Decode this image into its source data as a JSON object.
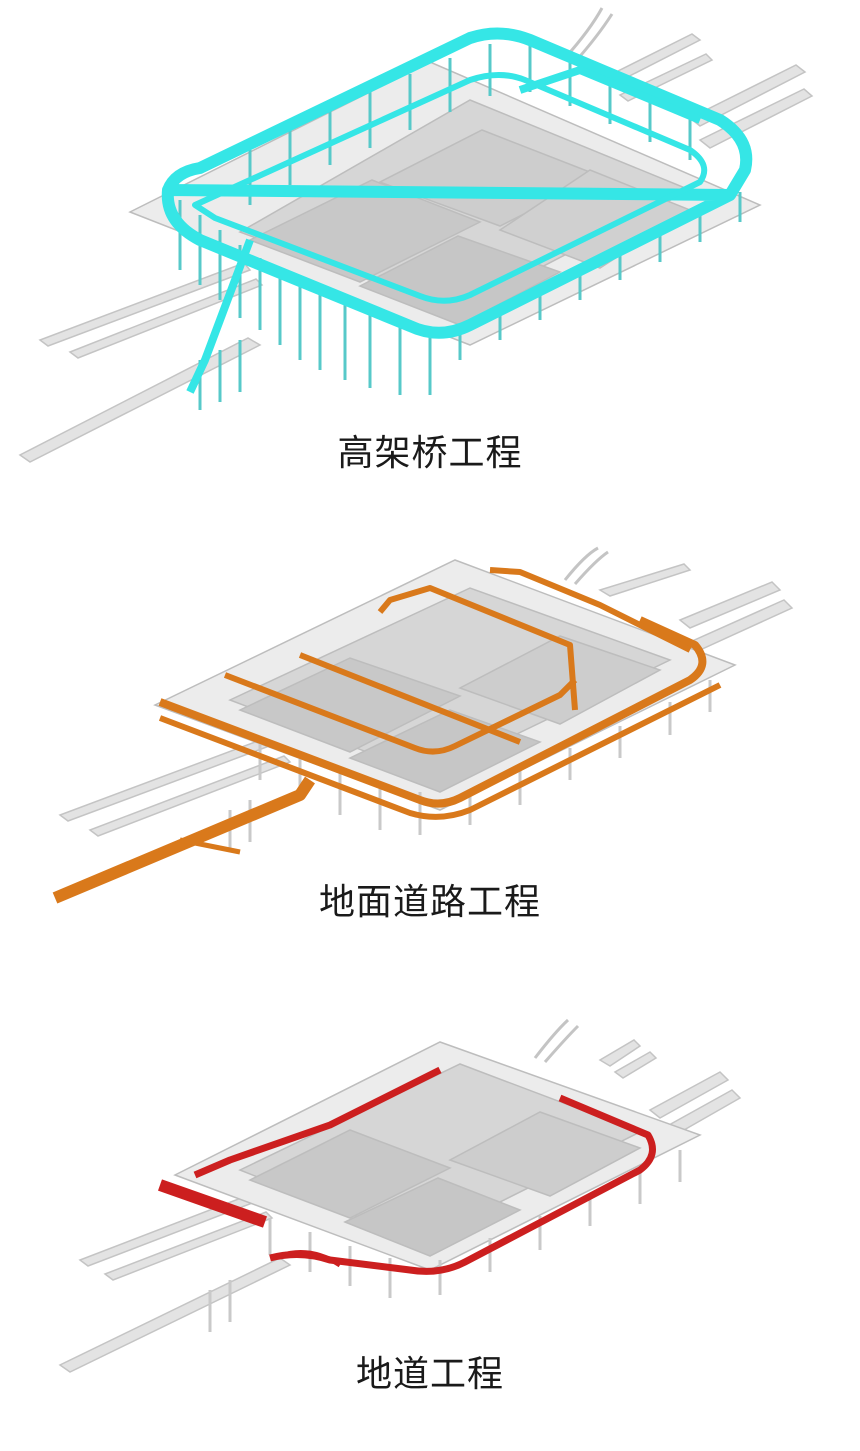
{
  "panels": [
    {
      "caption": "高架桥工程",
      "highlight_color": "#35e6e6",
      "highlight_icon": "viaduct-highlight"
    },
    {
      "caption": "地面道路工程",
      "highlight_color": "#d9791b",
      "highlight_icon": "ground-road-highlight"
    },
    {
      "caption": "地道工程",
      "highlight_color": "#cc1f1f",
      "highlight_icon": "tunnel-highlight"
    }
  ],
  "colors": {
    "background": "#ffffff",
    "model_grey": "#cfcfcf",
    "caption_text": "#1a1a1a"
  }
}
